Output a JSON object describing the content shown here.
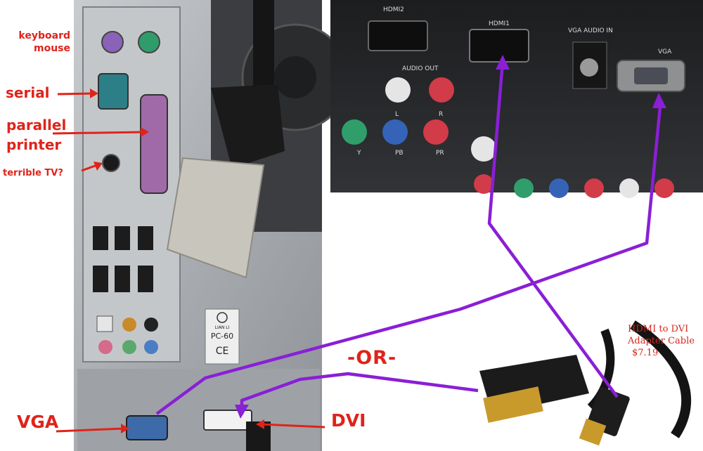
{
  "annotations": {
    "keyboard_mouse": [
      "keyboard",
      "mouse"
    ],
    "serial": "serial",
    "parallel_printer": [
      "parallel",
      "printer"
    ],
    "terrible_tv": "terrible TV?",
    "vga": "VGA",
    "dvi": "DVI",
    "or": "-OR-"
  },
  "cable_caption": {
    "line1": "HDMI to DVI",
    "line2": "Adapter Cable",
    "price": "$7.19"
  },
  "tv_panel_labels": {
    "hdmi2": "HDMI2",
    "hdmi1": "HDMI1",
    "vga_audio_in": "VGA AUDIO IN",
    "vga": "VGA",
    "audio_out": "AUDIO OUT",
    "l": "L",
    "r": "R",
    "y": "Y",
    "pb": "PB",
    "pr": "PR"
  },
  "case_badge": {
    "brand": "LIAN LI",
    "model": "PC-60",
    "mark": "CE"
  },
  "colors": {
    "annotation_red": "#e0231a",
    "connection_purple": "#8a1fd6",
    "case_metal": "#b9bcbf",
    "tv_panel": "#2a2b2d"
  }
}
